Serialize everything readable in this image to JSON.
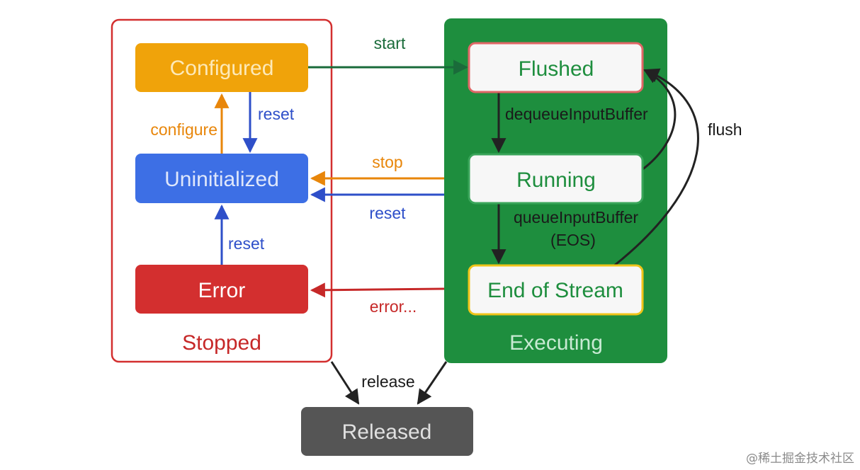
{
  "groups": {
    "stopped": {
      "label": "Stopped"
    },
    "executing": {
      "label": "Executing"
    }
  },
  "states": {
    "configured": "Configured",
    "uninitialized": "Uninitialized",
    "error": "Error",
    "flushed": "Flushed",
    "running": "Running",
    "end_of_stream": "End of Stream",
    "released": "Released"
  },
  "edges": {
    "start": "start",
    "reset_configured": "reset",
    "configure": "configure",
    "stop": "stop",
    "reset_executing": "reset",
    "reset_error": "reset",
    "error": "error...",
    "dequeue": "dequeueInputBuffer",
    "queue_line1": "queueInputBuffer",
    "queue_line2": "(EOS)",
    "flush": "flush",
    "release": "release"
  },
  "watermark": "@稀土掘金技术社区",
  "colors": {
    "stopped_border": "#d32f2f",
    "executing_bg": "#1e8e3e",
    "configured": "#f0a30a",
    "uninitialized": "#3d6fe5",
    "error": "#d32f2f",
    "released": "#555555",
    "state_text_green": "#1e8e3e",
    "start_arrow": "#1a6b3a",
    "reset_arrow": "#2e4fc9",
    "configure_arrow": "#e8860a",
    "error_arrow": "#c62828",
    "dark_arrow": "#222222"
  }
}
